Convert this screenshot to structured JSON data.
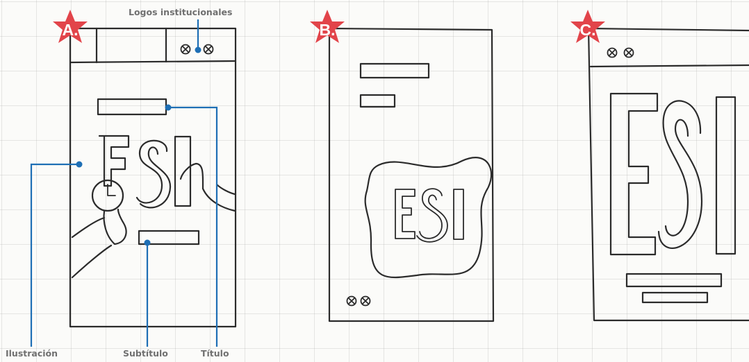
{
  "panels": [
    {
      "badge": "A."
    },
    {
      "badge": "B."
    },
    {
      "badge": "C."
    }
  ],
  "sketch_text": {
    "a": "ESI",
    "b": "ESI",
    "c": "ESI"
  },
  "annotations": {
    "logos": "Logos institucionales",
    "ilustracion": "Ilustración",
    "subtitulo": "Subtítulo",
    "titulo": "Título"
  },
  "colors": {
    "badge": "#e2444a",
    "leader": "#1e6fb5",
    "ink": "#2b2b2b",
    "label": "#707070"
  }
}
